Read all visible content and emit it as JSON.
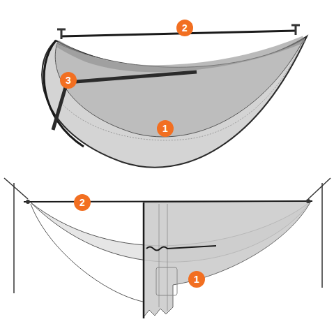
{
  "diagram": {
    "labels": [
      "2",
      "3",
      "1",
      "2",
      "1"
    ]
  }
}
